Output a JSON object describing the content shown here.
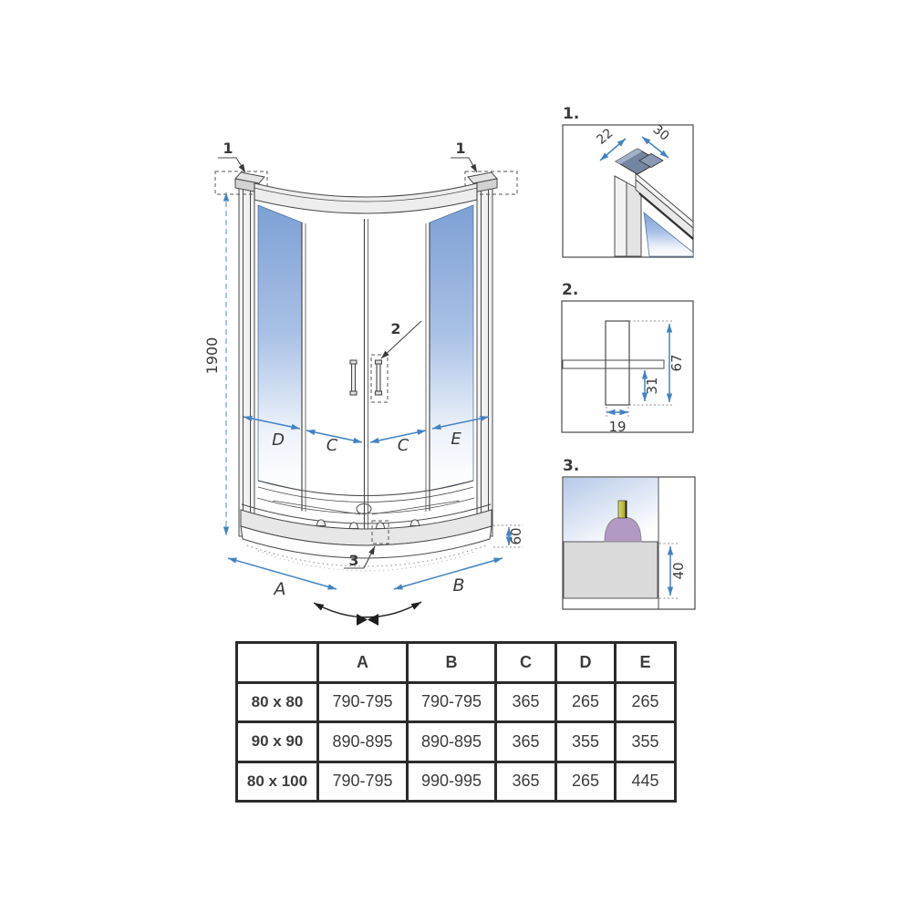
{
  "drawing": {
    "callouts": {
      "c1_left": "1",
      "c1_right": "1",
      "c2": "2",
      "c3": "3"
    },
    "dims": {
      "height": "1900",
      "tray_height": "60"
    },
    "segments": {
      "d": "D",
      "c_left": "C",
      "c_right": "C",
      "e": "E",
      "a": "A",
      "b": "B"
    }
  },
  "details": {
    "d1": {
      "label": "1.",
      "dim_22": "22",
      "dim_30": "30"
    },
    "d2": {
      "label": "2.",
      "dim_19": "19",
      "dim_31": "31",
      "dim_67": "67"
    },
    "d3": {
      "label": "3.",
      "dim_40": "40"
    }
  },
  "table": {
    "headers": {
      "size": "",
      "a": "A",
      "b": "B",
      "c": "C",
      "d": "D",
      "e": "E"
    },
    "rows": [
      {
        "label": "80 x 80",
        "a": "790-795",
        "b": "790-795",
        "c": "365",
        "d": "265",
        "e": "265"
      },
      {
        "label": "90 x 90",
        "a": "890-895",
        "b": "890-895",
        "c": "365",
        "d": "355",
        "e": "355"
      },
      {
        "label": "80 x 100",
        "a": "790-795",
        "b": "990-995",
        "c": "365",
        "d": "265",
        "e": "445"
      }
    ]
  },
  "colors": {
    "dimension_blue": "#4282c2",
    "line_gray": "#4a4a4a",
    "glass_blue": "#7da0d4",
    "corner_cap_blue_gray": "#74859f",
    "knob_purple": "#b29ac4",
    "stem_yellow": "#c9c944",
    "table_border": "#2b2b2b"
  }
}
